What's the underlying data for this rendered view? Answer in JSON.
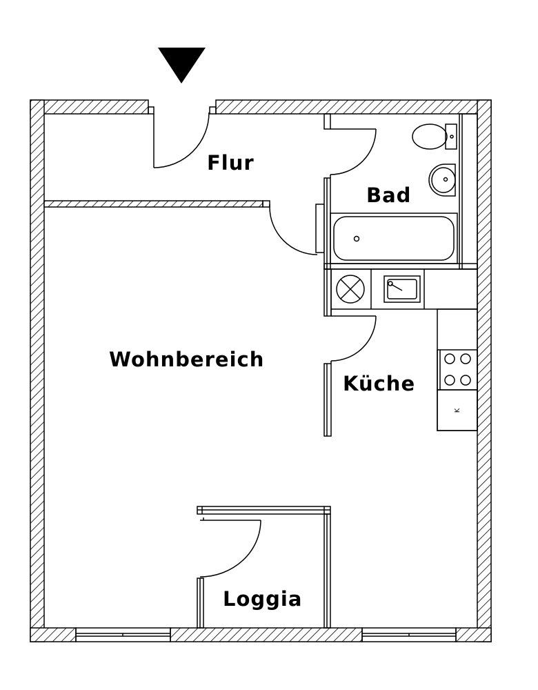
{
  "rooms": {
    "flur": "Flur",
    "bad": "Bad",
    "wohnbereich": "Wohnbereich",
    "kueche": "Küche",
    "loggia": "Loggia"
  },
  "fixtures": {
    "fridge_label": "K"
  },
  "colors": {
    "ink": "#000000",
    "paper": "#ffffff"
  }
}
